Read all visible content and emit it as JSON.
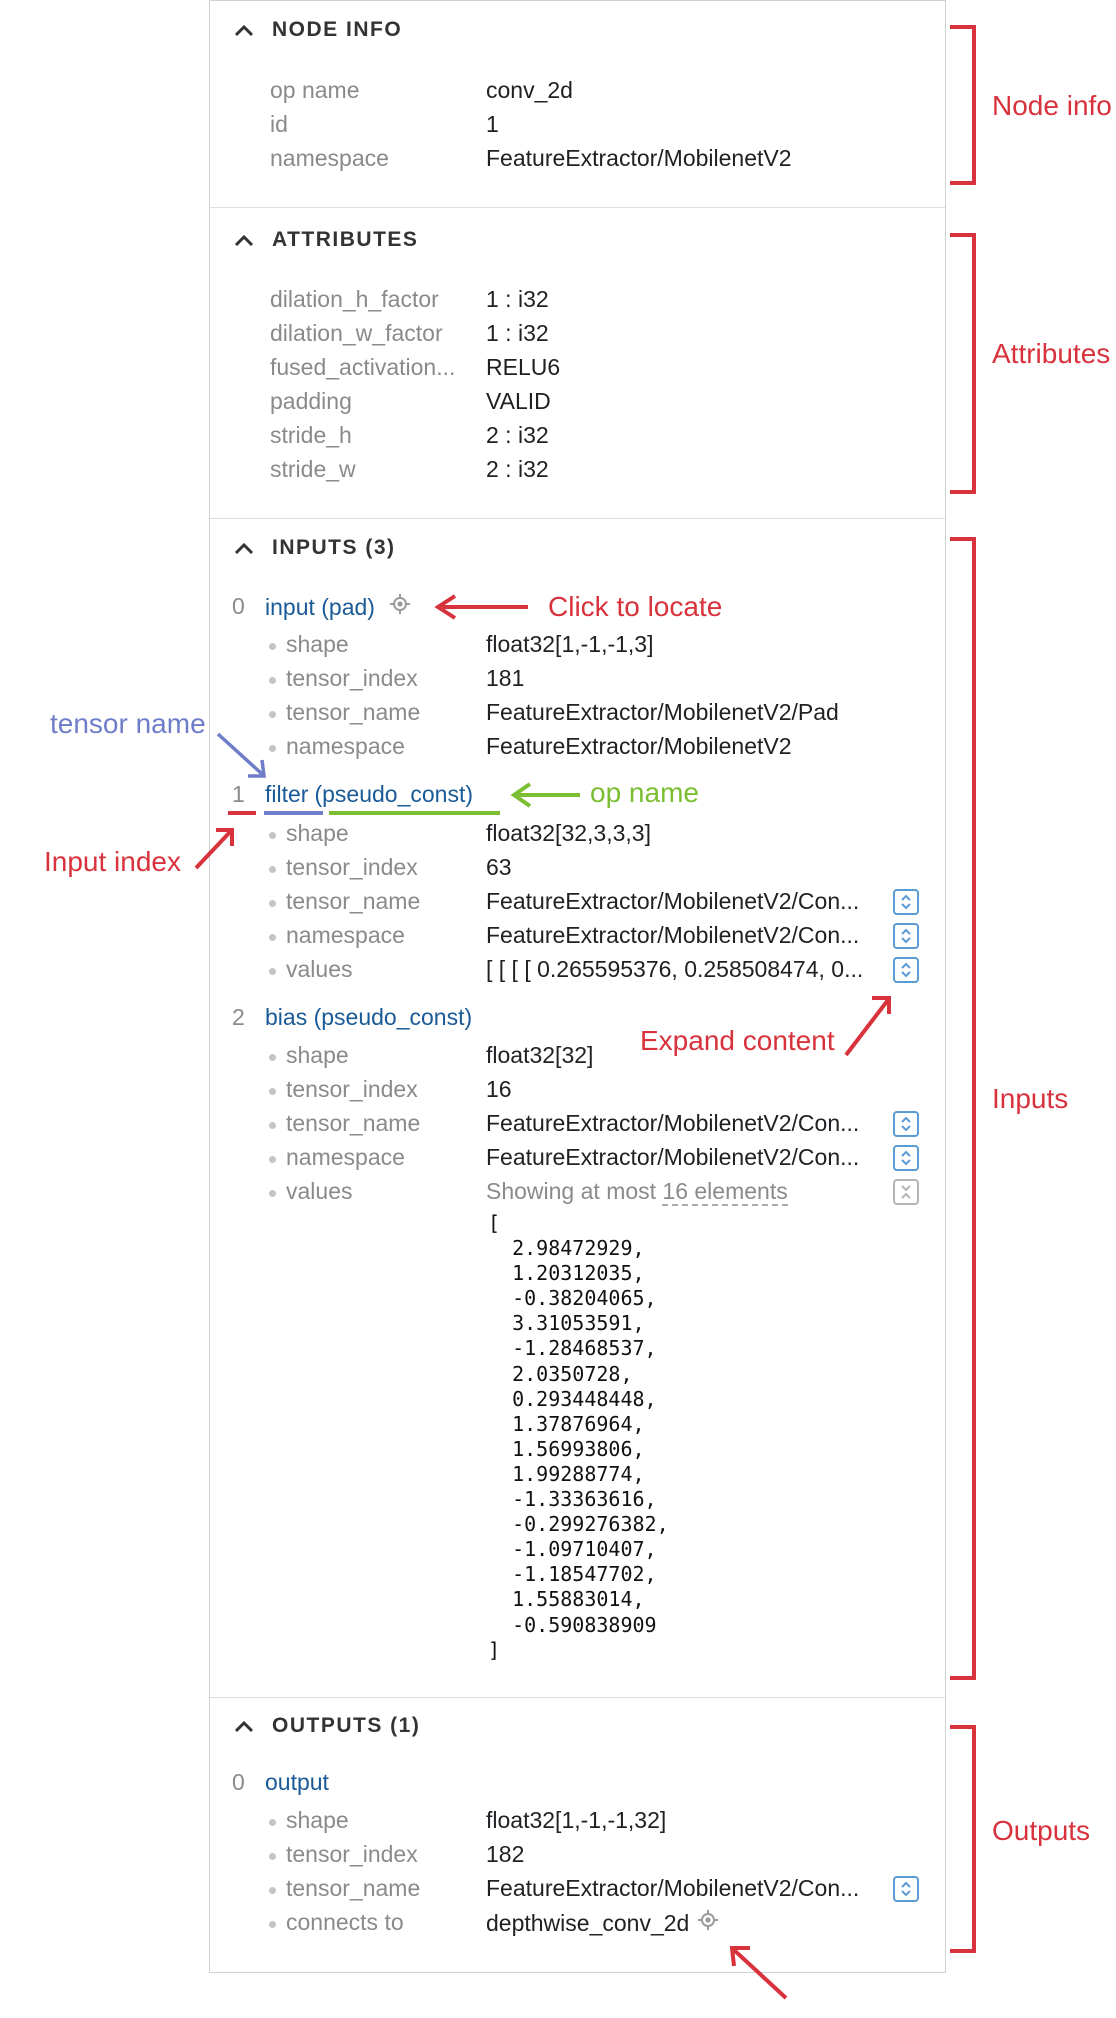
{
  "node_info": {
    "title": "NODE INFO",
    "rows": [
      {
        "key": "op name",
        "value": "conv_2d"
      },
      {
        "key": "id",
        "value": "1"
      },
      {
        "key": "namespace",
        "value": "FeatureExtractor/MobilenetV2"
      }
    ]
  },
  "attributes": {
    "title": "ATTRIBUTES",
    "rows": [
      {
        "key": "dilation_h_factor",
        "value": "1 : i32"
      },
      {
        "key": "dilation_w_factor",
        "value": "1 : i32"
      },
      {
        "key": "fused_activation...",
        "value": "RELU6"
      },
      {
        "key": "padding",
        "value": "VALID"
      },
      {
        "key": "stride_h",
        "value": "2 : i32"
      },
      {
        "key": "stride_w",
        "value": "2 : i32"
      }
    ]
  },
  "inputs": {
    "title": "INPUTS (3)",
    "items": [
      {
        "index": "0",
        "name": "input (pad)",
        "rows": [
          {
            "key": "shape",
            "value": "float32[1,-1,-1,3]"
          },
          {
            "key": "tensor_index",
            "value": "181"
          },
          {
            "key": "tensor_name",
            "value": "FeatureExtractor/MobilenetV2/Pad"
          },
          {
            "key": "namespace",
            "value": "FeatureExtractor/MobilenetV2"
          }
        ]
      },
      {
        "index": "1",
        "name_tensor": "filter",
        "name_op": "(pseudo_const)",
        "rows": [
          {
            "key": "shape",
            "value": "float32[32,3,3,3]"
          },
          {
            "key": "tensor_index",
            "value": "63"
          },
          {
            "key": "tensor_name",
            "value": "FeatureExtractor/MobilenetV2/Con..."
          },
          {
            "key": "namespace",
            "value": "FeatureExtractor/MobilenetV2/Con..."
          },
          {
            "key": "values",
            "value": "[ [ [ [ 0.265595376, 0.258508474, 0..."
          }
        ]
      },
      {
        "index": "2",
        "name": "bias (pseudo_const)",
        "rows": [
          {
            "key": "shape",
            "value": "float32[32]"
          },
          {
            "key": "tensor_index",
            "value": "16"
          },
          {
            "key": "tensor_name",
            "value": "FeatureExtractor/MobilenetV2/Con..."
          },
          {
            "key": "namespace",
            "value": "FeatureExtractor/MobilenetV2/Con..."
          },
          {
            "key": "values",
            "value": ""
          }
        ],
        "values_note_prefix": "Showing at most ",
        "values_note_link": "16 elements",
        "values_list": "[\n  2.98472929,\n  1.20312035,\n  -0.38204065,\n  3.31053591,\n  -1.28468537,\n  2.0350728,\n  0.293448448,\n  1.37876964,\n  1.56993806,\n  1.99288774,\n  -1.33363616,\n  -0.299276382,\n  -1.09710407,\n  -1.18547702,\n  1.55883014,\n  -0.590838909\n]"
      }
    ]
  },
  "outputs": {
    "title": "OUTPUTS (1)",
    "items": [
      {
        "index": "0",
        "name": "output",
        "rows": [
          {
            "key": "shape",
            "value": "float32[1,-1,-1,32]"
          },
          {
            "key": "tensor_index",
            "value": "182"
          },
          {
            "key": "tensor_name",
            "value": "FeatureExtractor/MobilenetV2/Con..."
          },
          {
            "key": "connects to",
            "value": "depthwise_conv_2d"
          }
        ]
      }
    ]
  },
  "annotations": {
    "node_info": "Node info",
    "attributes": "Attributes",
    "inputs": "Inputs",
    "outputs": "Outputs",
    "click_to_locate": "Click to locate",
    "tensor_name": "tensor name",
    "op_name": "op name",
    "input_index": "Input index",
    "expand_content": "Expand content"
  },
  "colors": {
    "annotation_red": "#d8323c",
    "annotation_green": "#7cbe31",
    "annotation_blue": "#6f7dc9",
    "tensor_link": "#1a5a96",
    "expand_button": "#5b9bd5"
  }
}
